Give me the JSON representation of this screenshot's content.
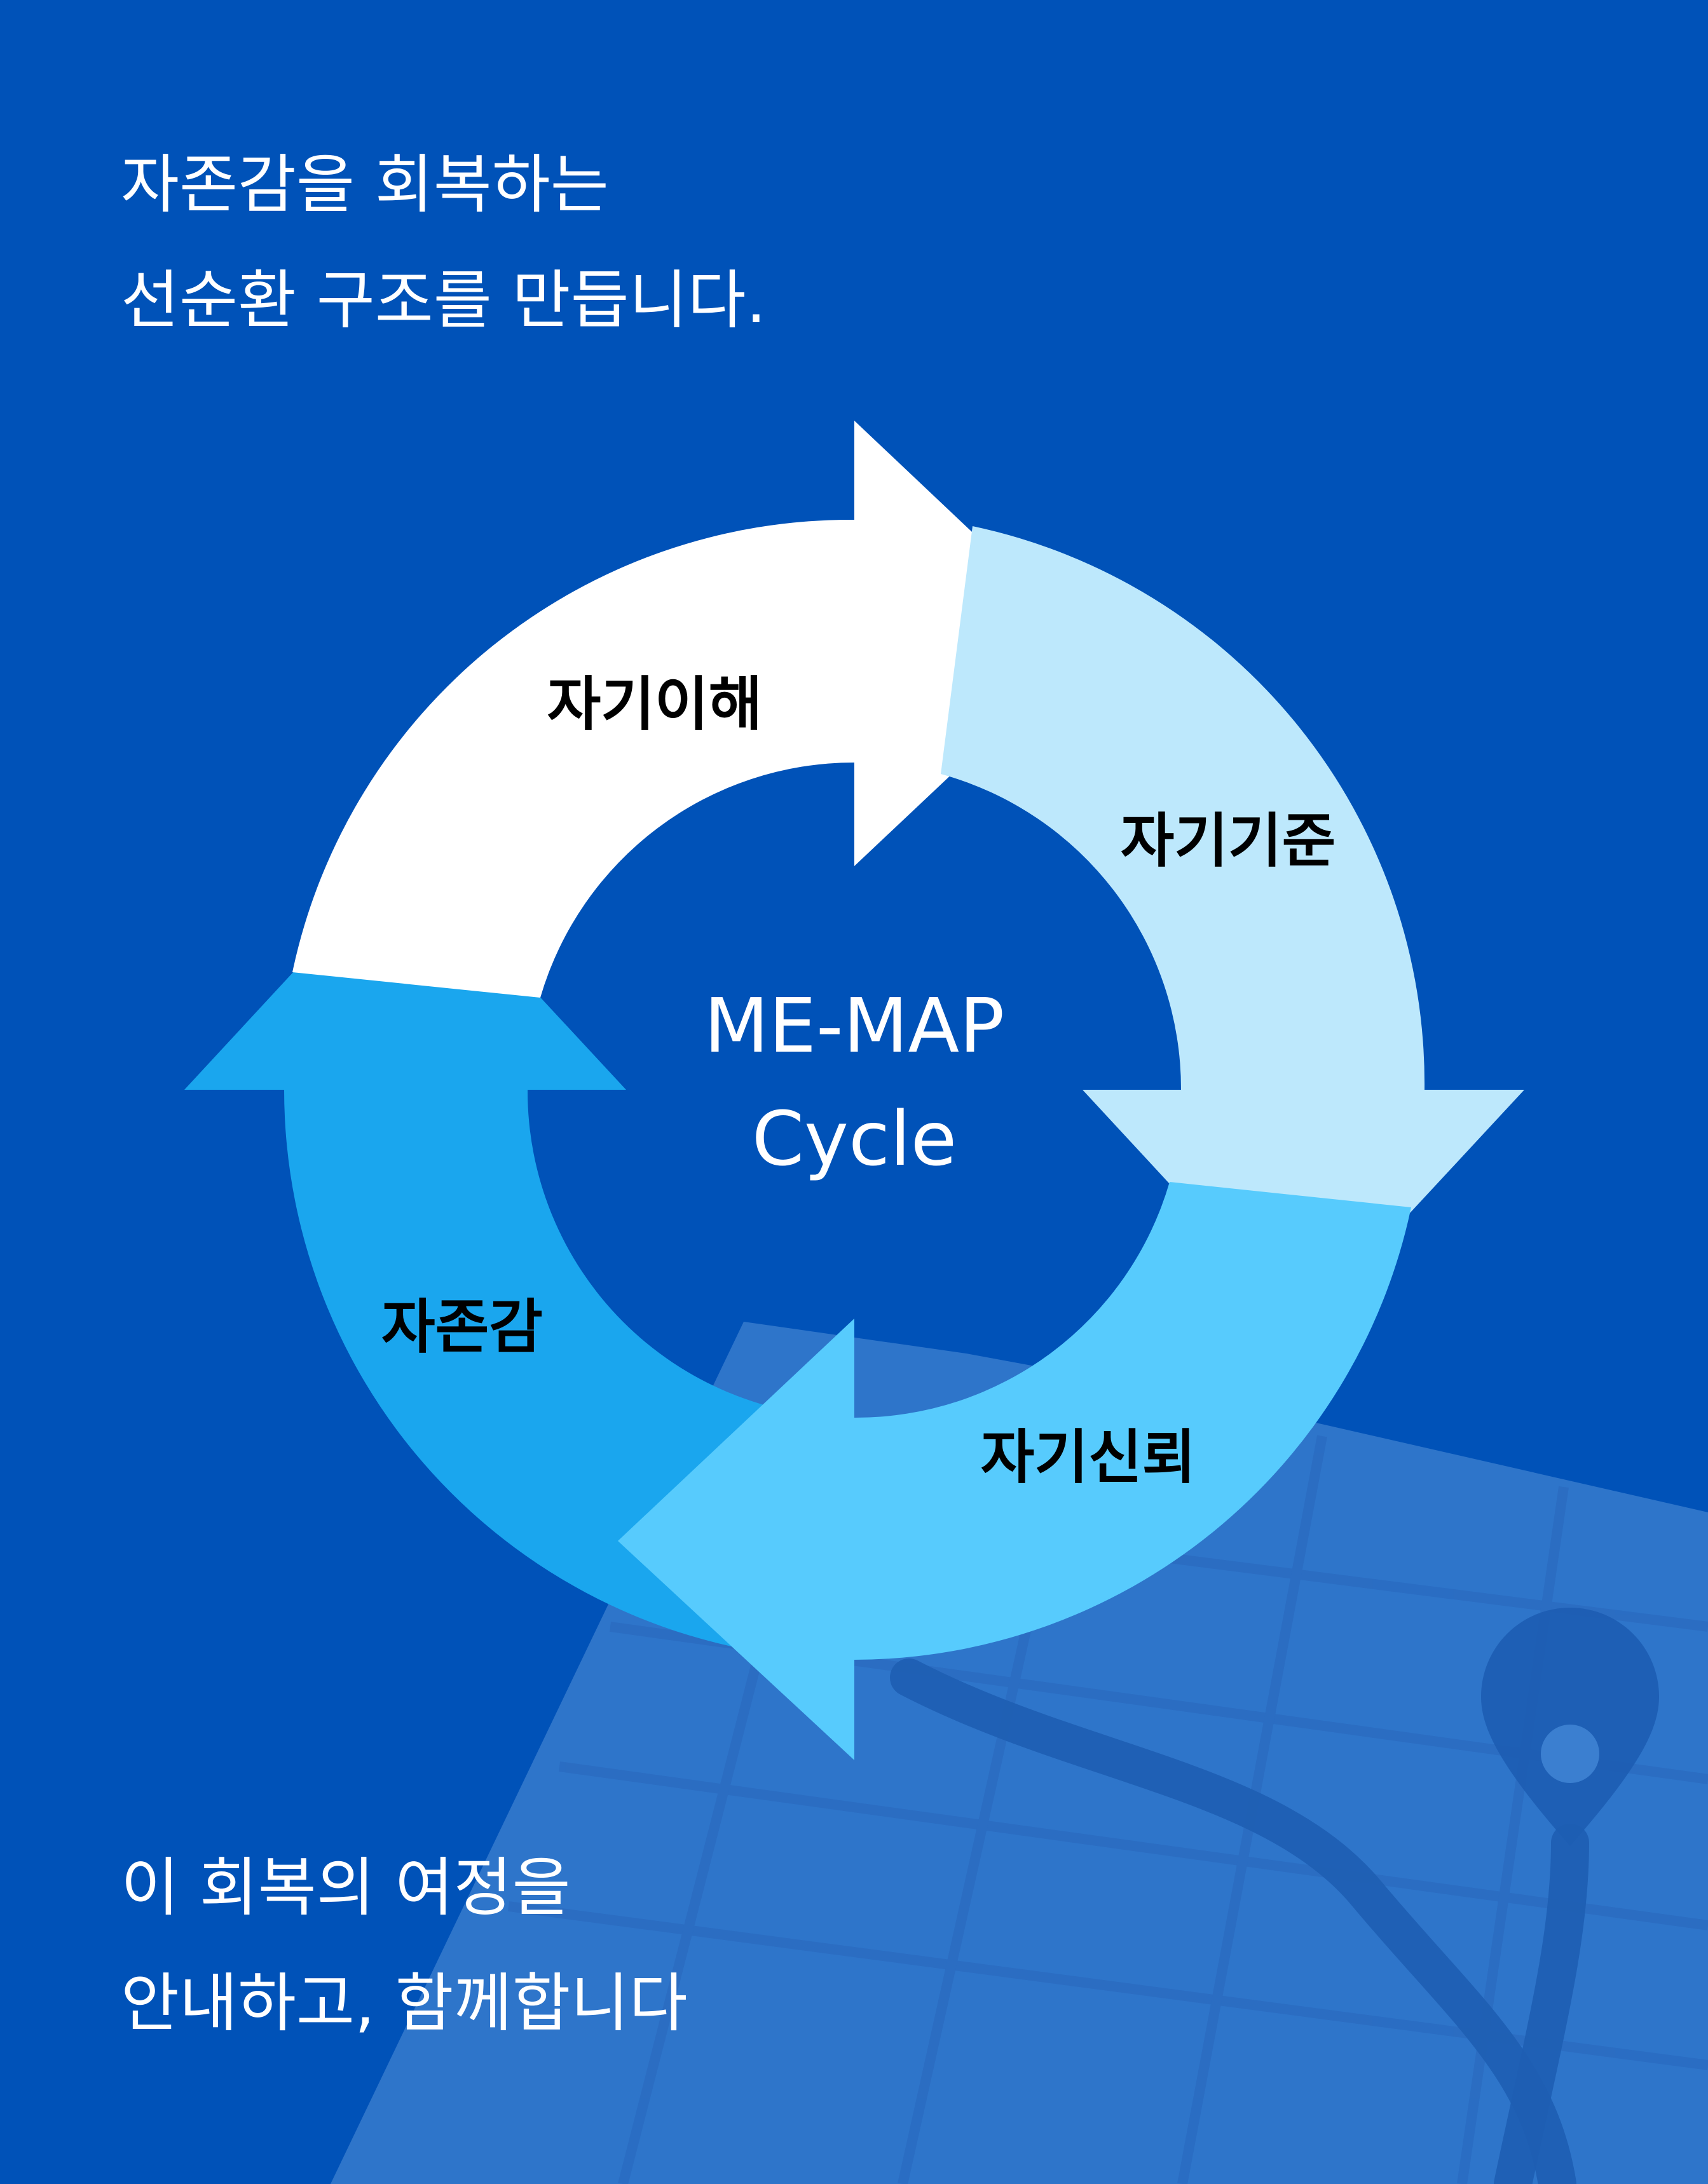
{
  "headline_top": {
    "line1": "자존감을 회복하는",
    "line2": "선순환 구조를 만듭니다."
  },
  "headline_bottom": {
    "line1": "이 회복의 여정을",
    "line2": "안내하고, 함께합니다"
  },
  "cycle": {
    "center_line1": "ME-MAP",
    "center_line2": "Cycle",
    "segments": [
      {
        "label": "자기이해",
        "color": "#FFFFFF"
      },
      {
        "label": "자기기준",
        "color": "#BDE8FC"
      },
      {
        "label": "자기신뢰",
        "color": "#57CBFD"
      },
      {
        "label": "자존감",
        "color": "#1AA6EE"
      }
    ]
  },
  "colors": {
    "background": "#0052B8",
    "map_overlay": "#3B7FD0",
    "map_route": "#1E5EB3",
    "text": "#FFFFFF",
    "label_text": "#000000"
  },
  "icons": [
    "map-icon",
    "location-pin-icon",
    "arrow-right-icon",
    "arrow-down-icon",
    "arrow-left-icon",
    "arrow-up-icon"
  ]
}
